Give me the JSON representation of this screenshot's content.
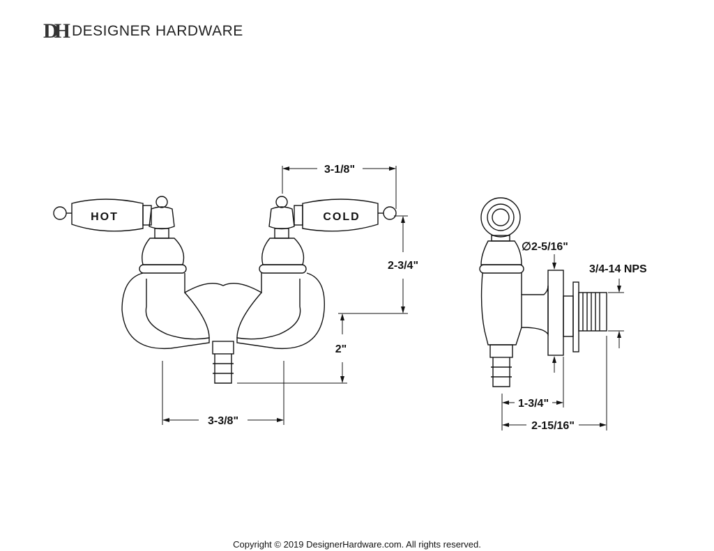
{
  "brand": {
    "mark": "DH",
    "name": "DESIGNER HARDWARE"
  },
  "handles": {
    "hot": "HOT",
    "cold": "COLD"
  },
  "dimensions": {
    "handle_spacing": "3-1/8\"",
    "handle_height": "2-3/4\"",
    "spout_drop": "2\"",
    "inlet_centers": "3-3/8\"",
    "flange_diameter": "∅2-5/16\"",
    "thread": "3/4-14 NPS",
    "depth_to_flange": "1-3/4\"",
    "total_depth": "2-15/16\""
  },
  "footer": {
    "copyright": "Copyright © 2019 DesignerHardware.com. All rights reserved."
  }
}
